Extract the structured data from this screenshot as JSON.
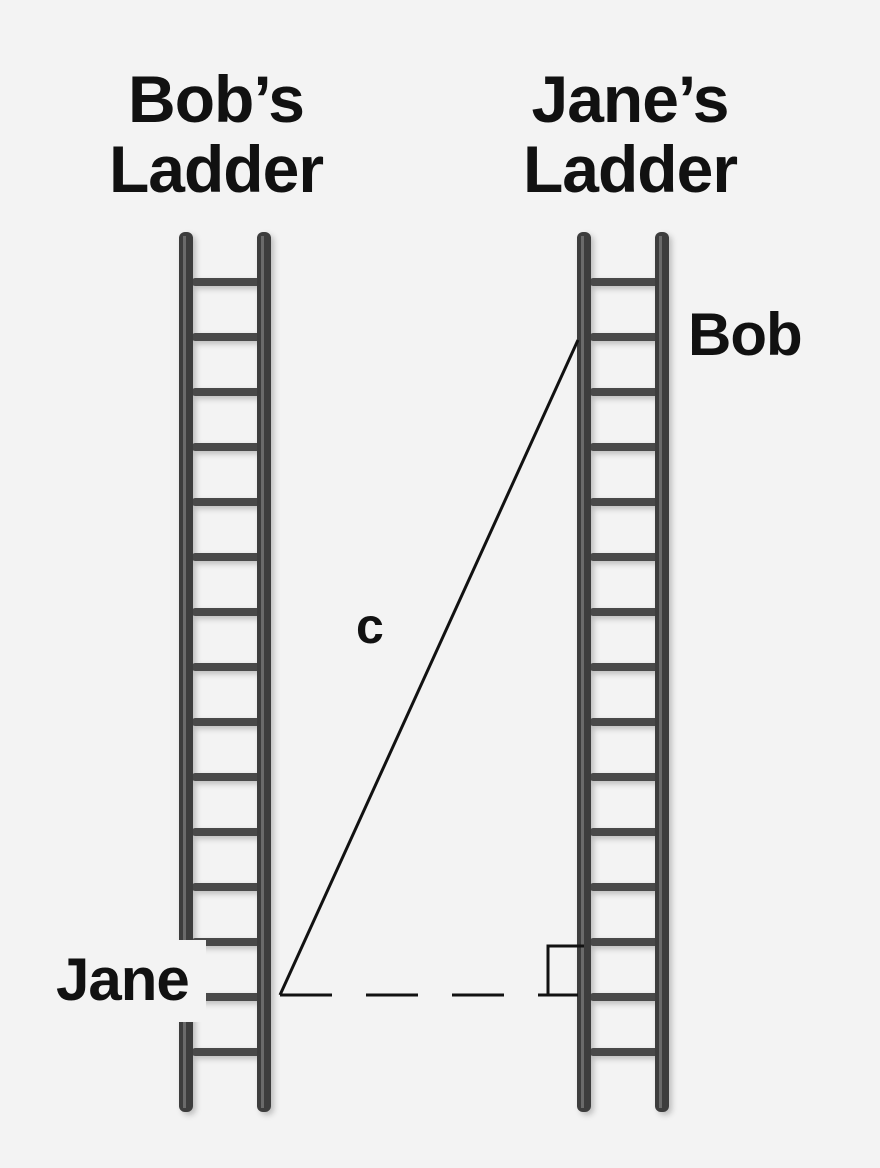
{
  "ladders": {
    "left": {
      "title_line1": "Bob’s",
      "title_line2": "Ladder"
    },
    "right": {
      "title_line1": "Jane’s",
      "title_line2": "Ladder"
    }
  },
  "labels": {
    "jane": "Jane",
    "bob": "Bob",
    "hypotenuse": "c"
  },
  "colors": {
    "background": "#f3f3f3",
    "rail": "#3d3d3d",
    "rung": "#4a4a4a",
    "line": "#111111"
  }
}
